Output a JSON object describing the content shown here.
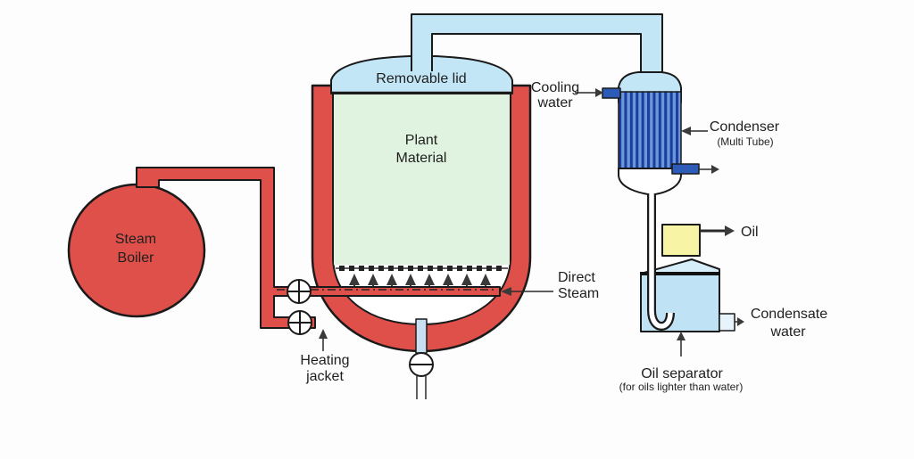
{
  "title": "Steam distillation apparatus diagram",
  "colors": {
    "outline": "#1a1a1a",
    "red": "#e0504a",
    "pale_blue": "#c3e6f6",
    "green": "#e0f2e0",
    "separator_blue": "#bfe2f4",
    "oil_yellow": "#f8f4a6",
    "stub_blue": "#2d5cb8",
    "tube_dark": "#1d3f9c",
    "tube_light": "#6b98dd",
    "text": "#1f1f1f",
    "bg": "#fdfdfd"
  },
  "labels": {
    "steam_boiler": {
      "line1": "Steam",
      "line2": "Boiler"
    },
    "removable_lid": "Removable lid",
    "plant_material": {
      "line1": "Plant",
      "line2": "Material"
    },
    "heating_jacket": {
      "line1": "Heating",
      "line2": "jacket"
    },
    "direct_steam": {
      "line1": "Direct",
      "line2": "Steam"
    },
    "cooling_water": {
      "line1": "Cooling",
      "line2": "water"
    },
    "condenser": {
      "name": "Condenser",
      "sub": "(Multi Tube)"
    },
    "oil": "Oil",
    "condensate_water": {
      "line1": "Condensate",
      "line2": "water"
    },
    "oil_separator": {
      "name": "Oil separator",
      "sub": "(for oils lighter than water)"
    }
  }
}
